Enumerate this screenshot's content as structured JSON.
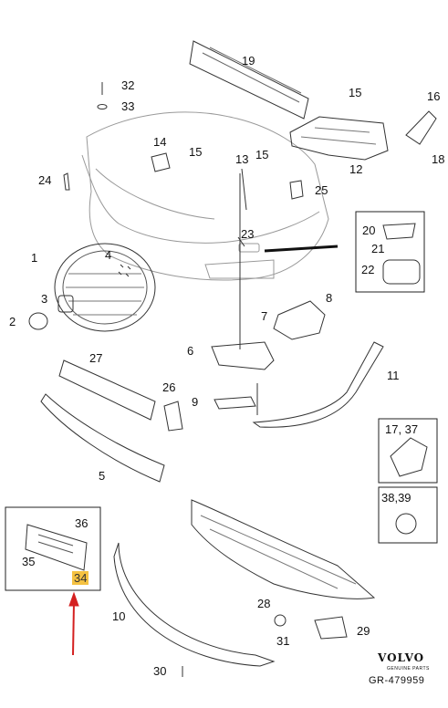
{
  "diagram": {
    "labels": {
      "p1": "1",
      "p2": "2",
      "p3": "3",
      "p4": "4",
      "p5": "5",
      "p6": "6",
      "p7": "7",
      "p8": "8",
      "p9": "9",
      "p10": "10",
      "p11": "11",
      "p12": "12",
      "p13": "13",
      "p14": "14",
      "p15a": "15",
      "p15b": "15",
      "p15c": "15",
      "p16": "16",
      "p18": "18",
      "p19": "19",
      "p20": "20",
      "p21": "21",
      "p22": "22",
      "p23": "23",
      "p24": "24",
      "p25": "25",
      "p26": "26",
      "p27": "27",
      "p28": "28",
      "p29": "29",
      "p30": "30",
      "p31": "31",
      "p32": "32",
      "p33": "33",
      "p34": "34",
      "p35": "35",
      "p36": "36",
      "p1737": "17, 37",
      "p3839": "38,39"
    },
    "highlight_color": "#f5c242",
    "arrow_color": "#d42020",
    "brand": "VOLVO",
    "brand_sub": "GENUINE PARTS",
    "code": "GR-479959"
  }
}
